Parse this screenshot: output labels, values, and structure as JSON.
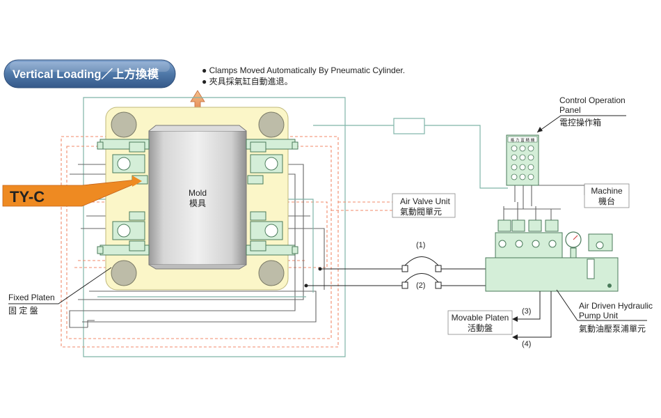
{
  "banner": {
    "text": "Vertical Loading／上方換模"
  },
  "notes": {
    "line1": "● Clamps Moved Automatically By Pneumatic Cylinder.",
    "line2": "● 夾具採氣缸自動進退。"
  },
  "model_label": "TY-C",
  "mold": {
    "en": "Mold",
    "zh": "模具"
  },
  "fixed_platen": {
    "en": "Fixed Platen",
    "zh": "固 定 盤"
  },
  "air_valve": {
    "en": "Air Valve Unit",
    "zh": "氣動閥單元"
  },
  "control_panel": {
    "line1": "Control Operation",
    "line2": "Panel",
    "zh": "電控操作箱",
    "badge": "格 力 富 精 機"
  },
  "machine": {
    "en": "Machine",
    "zh": "機台"
  },
  "pump": {
    "line1": "Air Driven Hydraulic",
    "line2": "Pump Unit",
    "zh": "氣動油壓泵浦單元"
  },
  "movable_platen": {
    "en": "Movable Platen",
    "zh": "活動盤"
  },
  "lines": {
    "l1": "(1)",
    "l2": "(2)",
    "l3": "(3)",
    "l4": "(4)"
  },
  "colors": {
    "banner_fill": "#4f78a8",
    "arrow_orange": "#ee8a22",
    "platen_yellow": "#fbf6c8",
    "mold_gray": "#c9c9c9",
    "clamp_green": "#d4eed8",
    "hose_teal": "#7fb5a8",
    "dash_red": "#f08a6a"
  }
}
